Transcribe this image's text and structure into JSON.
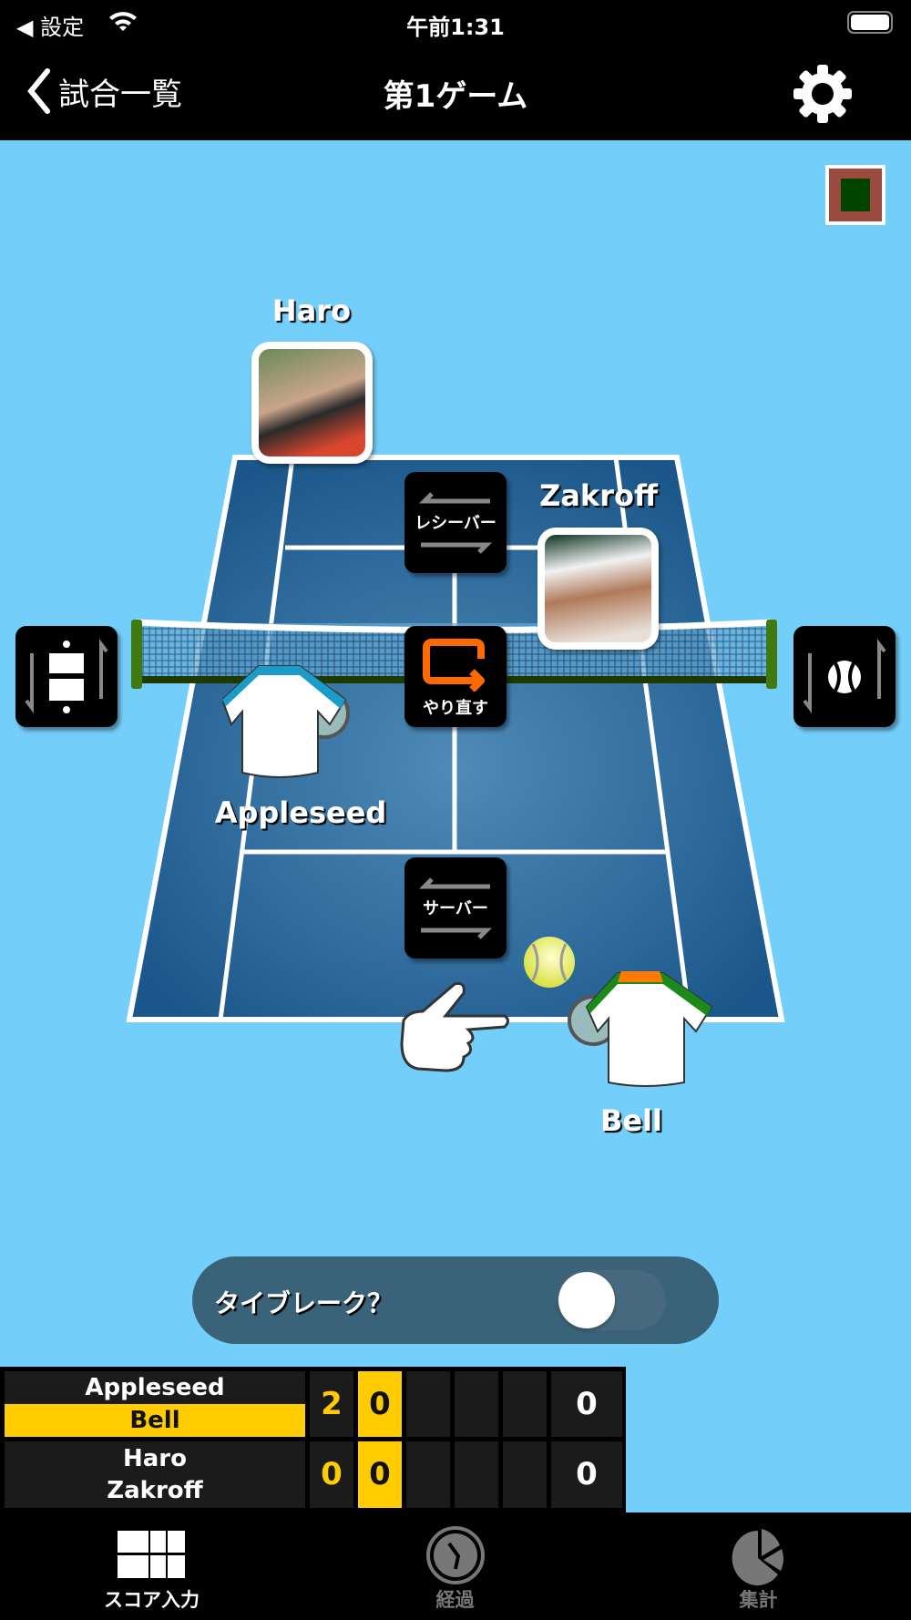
{
  "status_bar": {
    "back_app": "設定",
    "time": "午前1:31"
  },
  "nav": {
    "back_label": "試合一覧",
    "title": "第1ゲーム"
  },
  "court": {
    "receiver_button": "レシーバー",
    "redo_button": "やり直す",
    "server_button": "サーバー",
    "players": {
      "top_left": "Haro",
      "top_right": "Zakroff",
      "bottom_left": "Appleseed",
      "bottom_right": "Bell"
    }
  },
  "tiebreak": {
    "label": "タイブレーク？",
    "on": false
  },
  "scoreboard": {
    "rows": [
      {
        "names": [
          "Appleseed",
          "Bell"
        ],
        "serving": "Bell",
        "scores": [
          "2",
          "0",
          "",
          "",
          "",
          ""
        ],
        "total": "0"
      },
      {
        "names": [
          "Haro",
          "Zakroff"
        ],
        "scores": [
          "0",
          "0",
          "",
          "",
          "",
          ""
        ],
        "total": "0"
      }
    ]
  },
  "tabs": [
    {
      "label": "スコア入力",
      "active": true
    },
    {
      "label": "経過",
      "active": false
    },
    {
      "label": "集計",
      "active": false
    }
  ],
  "colors": {
    "background": "#74CEFA",
    "court": "#1F5F92",
    "highlight": "#FFCC00",
    "redo": "#FF6A00"
  }
}
